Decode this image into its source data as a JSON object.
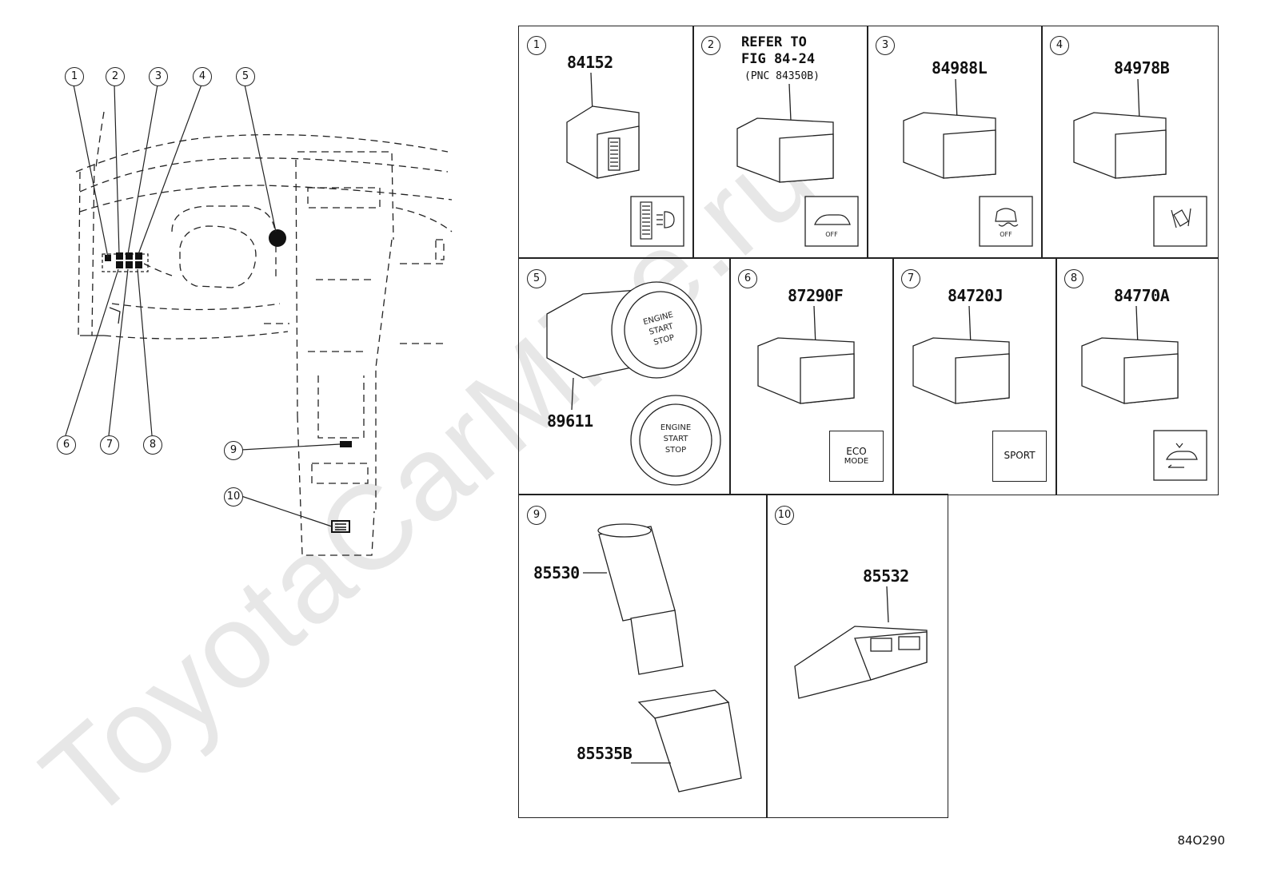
{
  "watermark": "ToyotaCarMine.ru",
  "overview_callouts": [
    "1",
    "2",
    "3",
    "4",
    "5",
    "6",
    "7",
    "8",
    "9",
    "10"
  ],
  "cells": [
    {
      "num": "1",
      "part": "84152"
    },
    {
      "num": "2",
      "ref_line1": "REFER TO",
      "ref_line2": "FIG 84-24",
      "ref_line3": "(PNC 84350B)"
    },
    {
      "num": "3",
      "part": "84988L"
    },
    {
      "num": "4",
      "part": "84978B"
    },
    {
      "num": "5",
      "part": "89611",
      "button_text": "ENGINE START STOP"
    },
    {
      "num": "6",
      "part": "87290F",
      "icon_text_1": "ECO",
      "icon_text_2": "MODE"
    },
    {
      "num": "7",
      "part": "84720J",
      "icon_text": "SPORT"
    },
    {
      "num": "8",
      "part": "84770A"
    },
    {
      "num": "9",
      "part_a": "85530",
      "part_b": "85535B"
    },
    {
      "num": "10",
      "part": "85532"
    }
  ],
  "icon_labels": {
    "off": "OFF"
  },
  "figure_code": "84O290"
}
